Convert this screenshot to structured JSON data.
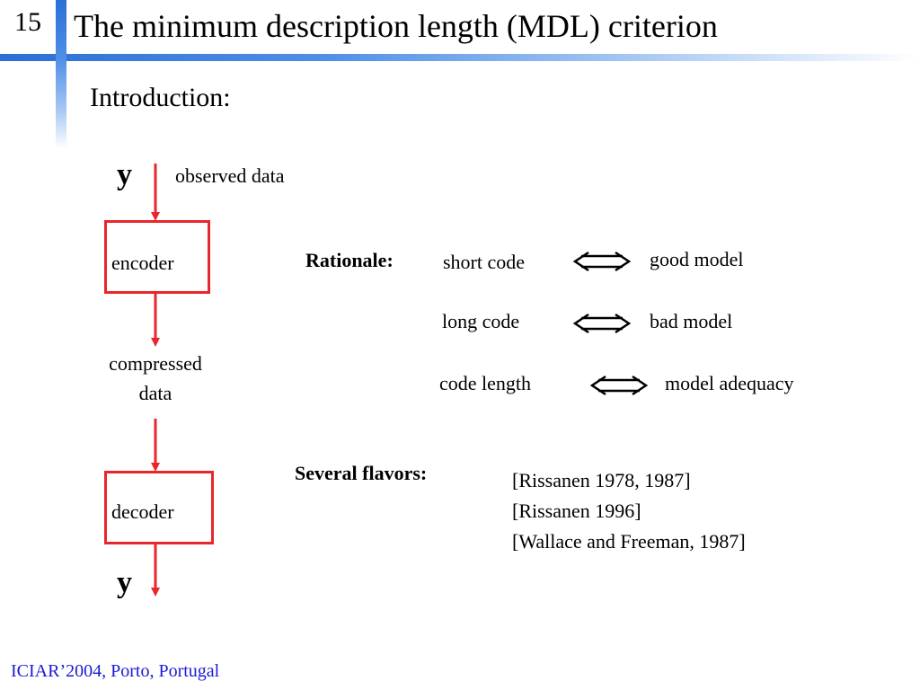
{
  "slide": {
    "number": "15",
    "title": "The minimum description length (MDL) criterion",
    "intro": "Introduction:"
  },
  "diagram": {
    "input_symbol": "y",
    "input_label": "observed data",
    "encoder_label": "encoder",
    "compressed_line1": "compressed",
    "compressed_line2": "data",
    "decoder_label": "decoder",
    "output_symbol": "y"
  },
  "rationale": {
    "heading": "Rationale:",
    "pairs": [
      {
        "left": "short code",
        "right": "good  model"
      },
      {
        "left": "long code",
        "right": "bad model"
      },
      {
        "left": "code  length",
        "right": "model  adequacy"
      }
    ]
  },
  "flavors": {
    "heading": "Several flavors:",
    "references": [
      "[Rissanen 1978, 1987]",
      "[Rissanen 1996]",
      "[Wallace and Freeman, 1987]"
    ]
  },
  "footer": {
    "text": "ICIAR’2004, Porto, Portugal"
  },
  "colors": {
    "accent_blue": "#2a6fd6",
    "arrow_red": "#e8262b",
    "footer_blue": "#1a1ad6"
  }
}
